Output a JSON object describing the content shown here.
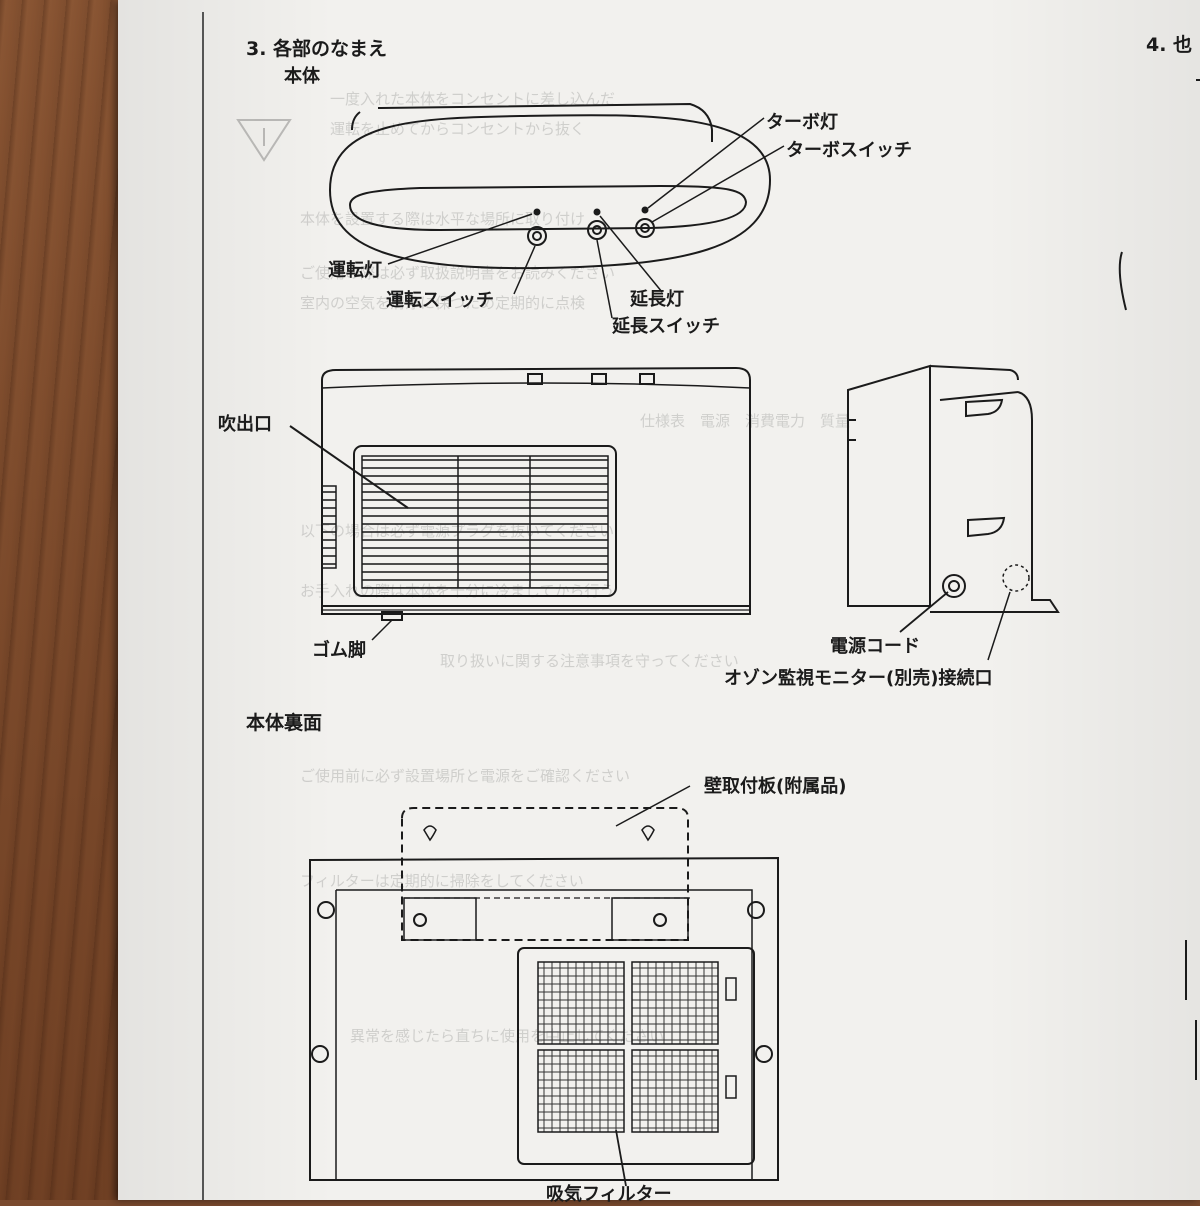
{
  "headings": {
    "section": "3. 各部のなまえ",
    "sub_main": "本体",
    "next_section": "4. 也",
    "sub_back": "本体裏面"
  },
  "top_view_labels": {
    "turbo_lamp": "ターボ灯",
    "turbo_switch": "ターボスイッチ",
    "run_lamp": "運転灯",
    "run_switch": "運転スイッチ",
    "extend_lamp": "延長灯",
    "extend_switch": "延長スイッチ"
  },
  "front_view_labels": {
    "outlet": "吹出口",
    "rubber_feet": "ゴム脚",
    "power_cord": "電源コード",
    "ozone_port": "オゾン監視モニター(別売)接続口"
  },
  "back_view_labels": {
    "wall_plate": "壁取付板(附属品)",
    "intake_filter": "吸気フィルター"
  },
  "colors": {
    "ink": "#1b1b1b",
    "paper": "#f2f1ee",
    "wood": "#7a4a2e"
  }
}
